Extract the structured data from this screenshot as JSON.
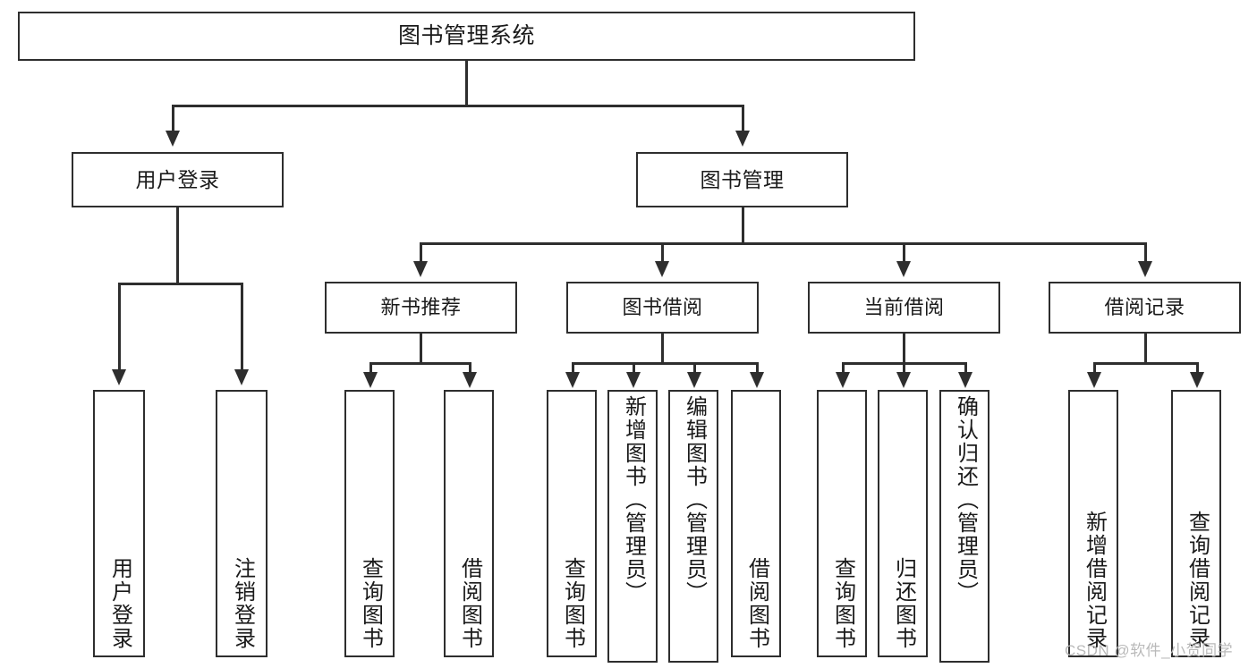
{
  "diagram": {
    "type": "tree",
    "title": "图书管理系统",
    "watermark": "CSDN @软件_小贺同学",
    "colors": {
      "stroke": "#2e2e2e",
      "fill": "#ffffff",
      "text": "#1a1a1a",
      "watermark": "#b9b9b9"
    },
    "nodes": {
      "root": "图书管理系统",
      "user_login": "用户登录",
      "book_manage": "图书管理",
      "new_book_rec": "新书推荐",
      "book_borrow": "图书借阅",
      "current_borrow": "当前借阅",
      "borrow_record": "借阅记录",
      "leaf_user_login": "用户登录",
      "leaf_user_logout": "注销登录",
      "leaf_query_book_1": "查询图书",
      "leaf_borrow_book_1": "借阅图书",
      "leaf_query_book_2": "查询图书",
      "leaf_add_book": "新增图书（管理员）",
      "leaf_edit_book": "编辑图书（管理员）",
      "leaf_borrow_book_2": "借阅图书",
      "leaf_query_book_3": "查询图书",
      "leaf_return_book": "归还图书",
      "leaf_confirm_return": "确认归还（管理员）",
      "leaf_add_record": "新增借阅记录",
      "leaf_query_record": "查询借阅记录"
    },
    "edges": [
      {
        "from": "root",
        "to": "user_login"
      },
      {
        "from": "root",
        "to": "book_manage"
      },
      {
        "from": "user_login",
        "to": "leaf_user_login"
      },
      {
        "from": "user_login",
        "to": "leaf_user_logout"
      },
      {
        "from": "book_manage",
        "to": "new_book_rec"
      },
      {
        "from": "book_manage",
        "to": "book_borrow"
      },
      {
        "from": "book_manage",
        "to": "current_borrow"
      },
      {
        "from": "book_manage",
        "to": "borrow_record"
      },
      {
        "from": "new_book_rec",
        "to": "leaf_query_book_1"
      },
      {
        "from": "new_book_rec",
        "to": "leaf_borrow_book_1"
      },
      {
        "from": "book_borrow",
        "to": "leaf_query_book_2"
      },
      {
        "from": "book_borrow",
        "to": "leaf_add_book"
      },
      {
        "from": "book_borrow",
        "to": "leaf_edit_book"
      },
      {
        "from": "book_borrow",
        "to": "leaf_borrow_book_2"
      },
      {
        "from": "current_borrow",
        "to": "leaf_query_book_3"
      },
      {
        "from": "current_borrow",
        "to": "leaf_return_book"
      },
      {
        "from": "current_borrow",
        "to": "leaf_confirm_return"
      },
      {
        "from": "borrow_record",
        "to": "leaf_add_record"
      },
      {
        "from": "borrow_record",
        "to": "leaf_query_record"
      }
    ]
  }
}
